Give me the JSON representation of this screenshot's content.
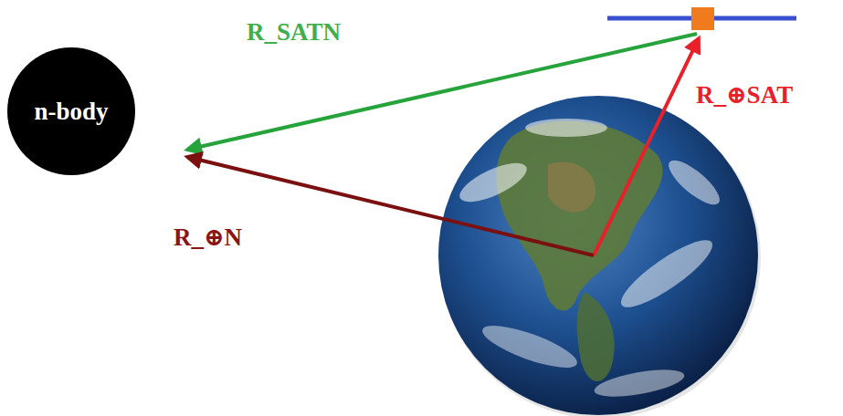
{
  "diagram": {
    "nodes": [
      {
        "text": [
          "n-body"
        ]
      }
    ],
    "labels": [
      "R_SATN",
      "R_⊕SAT",
      "R_⊕N"
    ]
  }
}
